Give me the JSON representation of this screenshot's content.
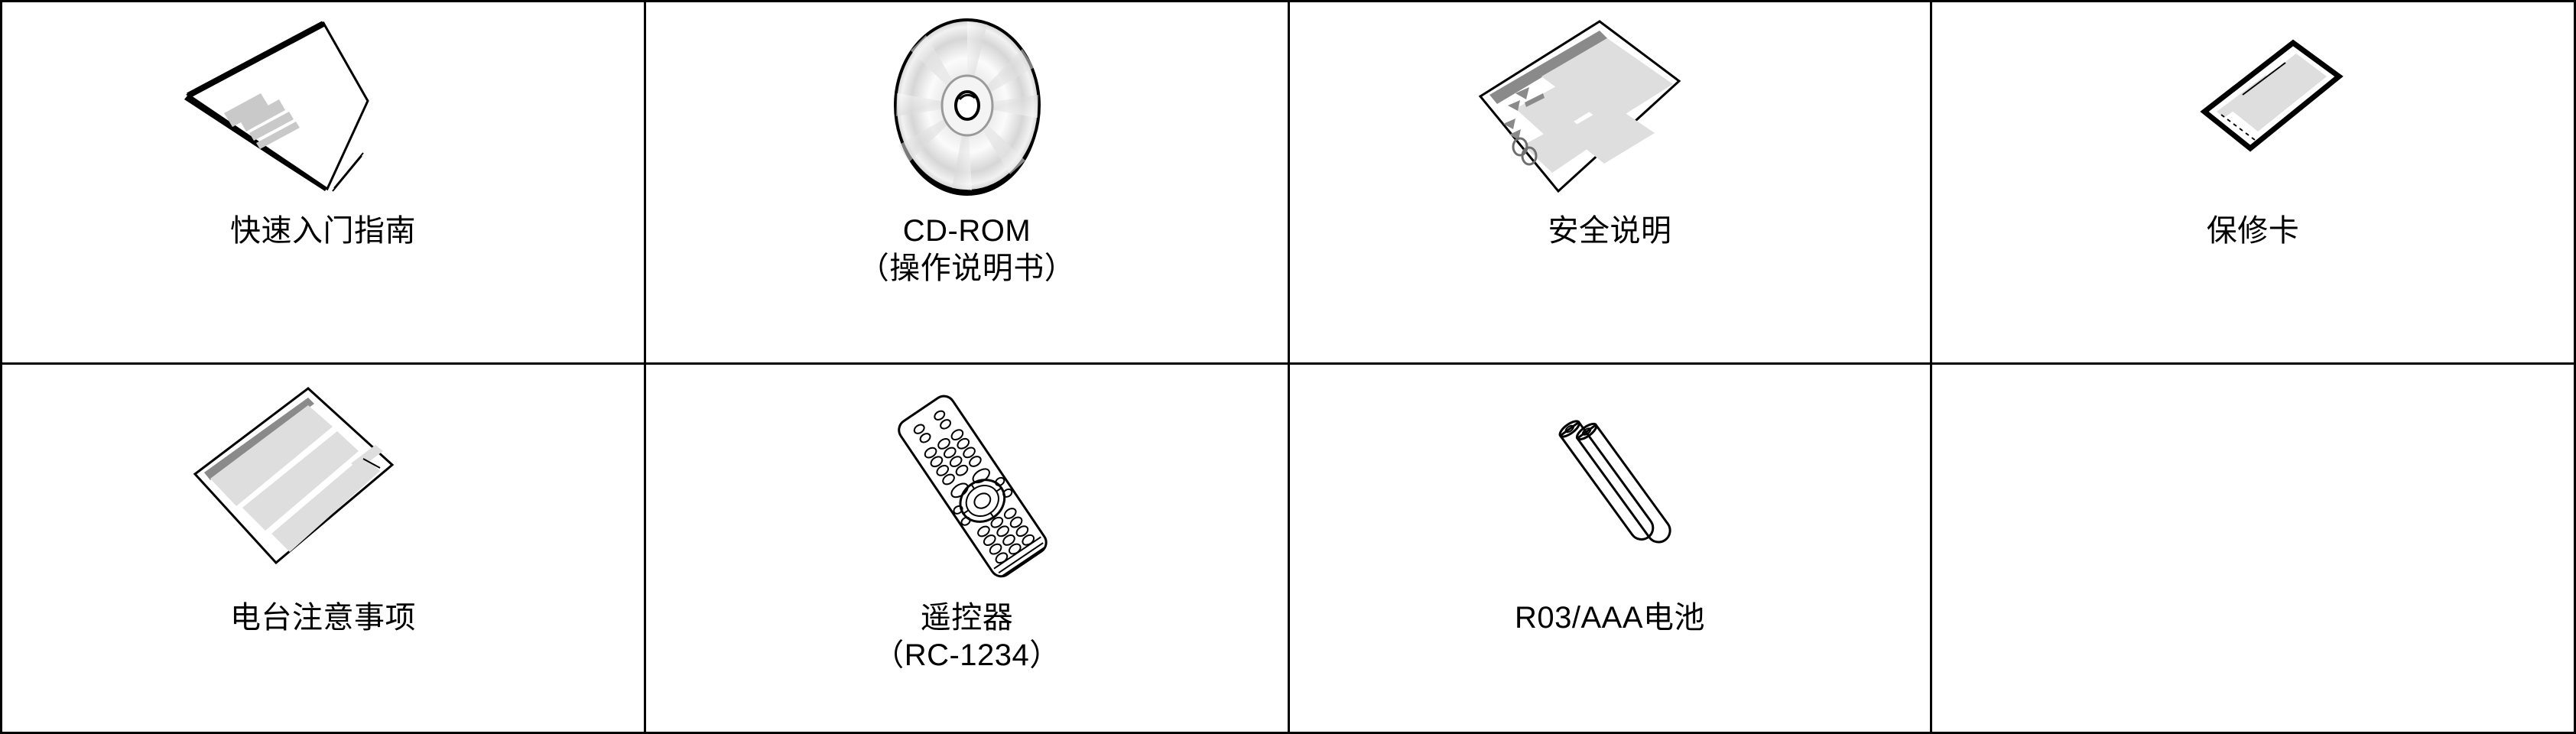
{
  "figure": {
    "type": "accessories-table",
    "rows": 2,
    "columns": 4,
    "border_color": "#000000",
    "background_color": "#ffffff"
  },
  "colors": {
    "outline": "#000000",
    "paper_fill": "#ffffff",
    "tint_light": "#dedede",
    "tint_mid": "#c9c9c9",
    "tint_dark": "#8a8a8a"
  },
  "cells": [
    {
      "index": 0,
      "icon": "quick-start-guide-booklet-icon",
      "caption": "快速入门指南",
      "caption_line2": "",
      "empty": false
    },
    {
      "index": 1,
      "icon": "cd-rom-disc-icon",
      "caption": "CD-ROM",
      "caption_line2": "（操作说明书）",
      "empty": false
    },
    {
      "index": 2,
      "icon": "safety-instructions-booklet-icon",
      "caption": "安全说明",
      "caption_line2": "",
      "empty": false
    },
    {
      "index": 3,
      "icon": "warranty-card-icon",
      "caption": "保修卡",
      "caption_line2": "",
      "empty": false
    },
    {
      "index": 4,
      "icon": "radio-notice-sheet-icon",
      "caption": "电台注意事项",
      "caption_line2": "",
      "empty": false
    },
    {
      "index": 5,
      "icon": "remote-control-icon",
      "caption": "遥控器",
      "caption_line2": "（RC-1234）",
      "empty": false
    },
    {
      "index": 6,
      "icon": "aaa-batteries-icon",
      "caption": "R03/AAA电池",
      "caption_line2": "",
      "empty": false
    },
    {
      "index": 7,
      "icon": "",
      "caption": "",
      "caption_line2": "",
      "empty": true
    }
  ]
}
